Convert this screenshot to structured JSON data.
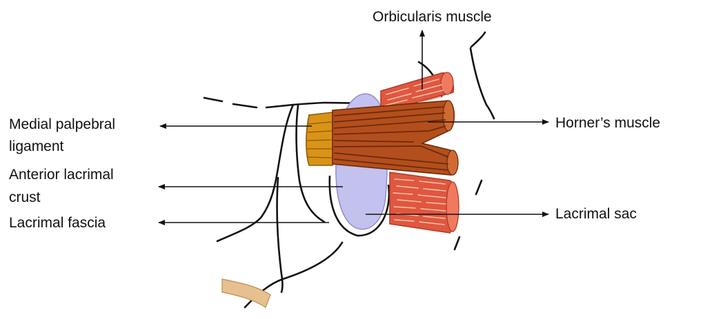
{
  "labels": {
    "orbicularis": "Orbicularis muscle",
    "medial_palpebral_1": "Medial palpebral",
    "medial_palpebral_2": "ligament",
    "anterior_crest_1": "Anterior lacrimal",
    "anterior_crest_2": "crust",
    "lacrimal_fascia": "Lacrimal fascia",
    "horners": "Horner’s muscle",
    "lacrimal_sac": "Lacrimal sac"
  },
  "colors": {
    "outline": "#111111",
    "muscle_red": "#e0573f",
    "muscle_red_stripe": "#f6c3ad",
    "muscle_brown": "#b34f1c",
    "muscle_brown_dark": "#6f2a0b",
    "ligament": "#d99316",
    "ligament_dark": "#8c5a06",
    "sac": "#c3c1ee",
    "sac_edge": "#8f8ccc",
    "skin_tan": "#e6c08e"
  }
}
